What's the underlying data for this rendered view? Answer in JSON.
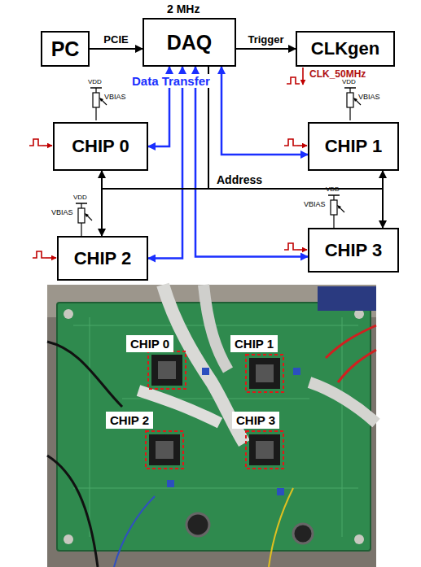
{
  "diagram": {
    "nodes": [
      {
        "text": [
          "PC"
        ]
      },
      {
        "text": [
          "DAQ"
        ]
      },
      {
        "text": [
          "CLKgen"
        ]
      },
      {
        "text": [
          "CHIP 0"
        ]
      },
      {
        "text": [
          "CHIP 1"
        ]
      },
      {
        "text": [
          "CHIP 2"
        ]
      },
      {
        "text": [
          "CHIP 3"
        ]
      }
    ],
    "edges": [
      {
        "from": 0,
        "to": 1,
        "arrow": "to",
        "label": "PCIE"
      },
      {
        "from": 1,
        "to": 2,
        "arrow": "to",
        "label": "Trigger"
      },
      {
        "from": 1,
        "to": 3,
        "arrow": "both"
      },
      {
        "from": 1,
        "to": 4,
        "arrow": "both"
      },
      {
        "from": 1,
        "to": 5,
        "arrow": "both"
      },
      {
        "from": 1,
        "to": 6,
        "arrow": "both"
      },
      {
        "from": 1,
        "to": 3,
        "arrow": "to"
      },
      {
        "from": 1,
        "to": 4,
        "arrow": "to"
      },
      {
        "from": 1,
        "to": 5,
        "arrow": "to"
      },
      {
        "from": 1,
        "to": 6,
        "arrow": "to"
      }
    ],
    "labels": [
      "2 MHz",
      "Data Transfer",
      "Address",
      "CLK_50MHz",
      "VDD",
      "VBIAS",
      "VDD",
      "VBIAS",
      "VDD",
      "VBIAS",
      "VDD",
      "VBIAS",
      "CHIP 0",
      "CHIP 1",
      "CHIP 2",
      "CHIP 3"
    ]
  }
}
